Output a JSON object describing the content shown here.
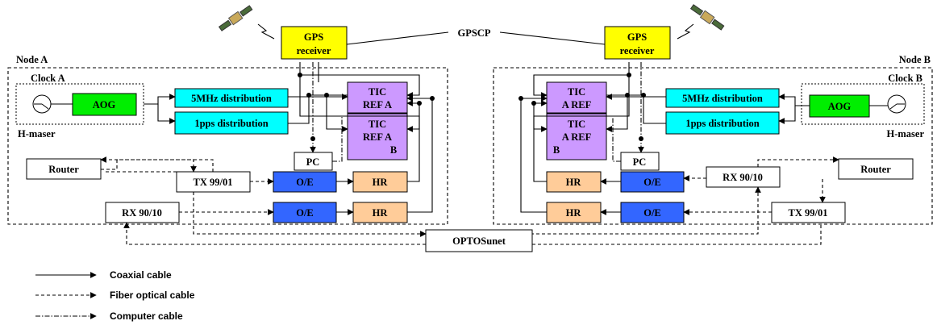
{
  "nodes": {
    "a": {
      "title": "Node A",
      "clock_title": "Clock A",
      "hmaser": "H-maser",
      "aog": "AOG",
      "dist_5mhz": "5MHz distribution",
      "dist_1pps": "1pps distribution",
      "tic_ref_a": [
        "TIC",
        "REF   A"
      ],
      "tic_ref_b": [
        "TIC",
        "REF   A",
        "B"
      ],
      "pc": "PC",
      "oe": "O/E",
      "hr": "HR",
      "router": "Router",
      "tx": "TX 99/01",
      "rx": "RX 90/10",
      "gps": [
        "GPS",
        "receiver"
      ]
    },
    "b": {
      "title": "Node B",
      "clock_title": "Clock B",
      "hmaser": "H-maser",
      "aog": "AOG",
      "dist_5mhz": "5MHz distribution",
      "dist_1pps": "1pps distribution",
      "tic_a_ref": [
        "TIC",
        "A   REF"
      ],
      "tic_a_ref_b": [
        "TIC",
        "A   REF",
        "B"
      ],
      "pc": "PC",
      "oe": "O/E",
      "hr": "HR",
      "router": "Router",
      "tx": "TX 99/01",
      "rx": "RX 90/10",
      "gps": [
        "GPS",
        "receiver"
      ]
    }
  },
  "gpscp": "GPSCP",
  "optosunet": "OPTOSunet",
  "legend": [
    {
      "label": "Coaxial cable",
      "style": "solid"
    },
    {
      "label": "Fiber optical cable",
      "style": "dashed"
    },
    {
      "label": "Computer cable",
      "style": "dashdot"
    }
  ],
  "colors": {
    "gps": "#ffff00",
    "aog": "#00ee00",
    "distribution": "#00ffff",
    "tic": "#cc99ff",
    "oe": "#3366ff",
    "hr": "#ffcc99",
    "plain": "#ffffff"
  },
  "icons": [
    "satellite-icon",
    "hmaser-dial-icon"
  ]
}
